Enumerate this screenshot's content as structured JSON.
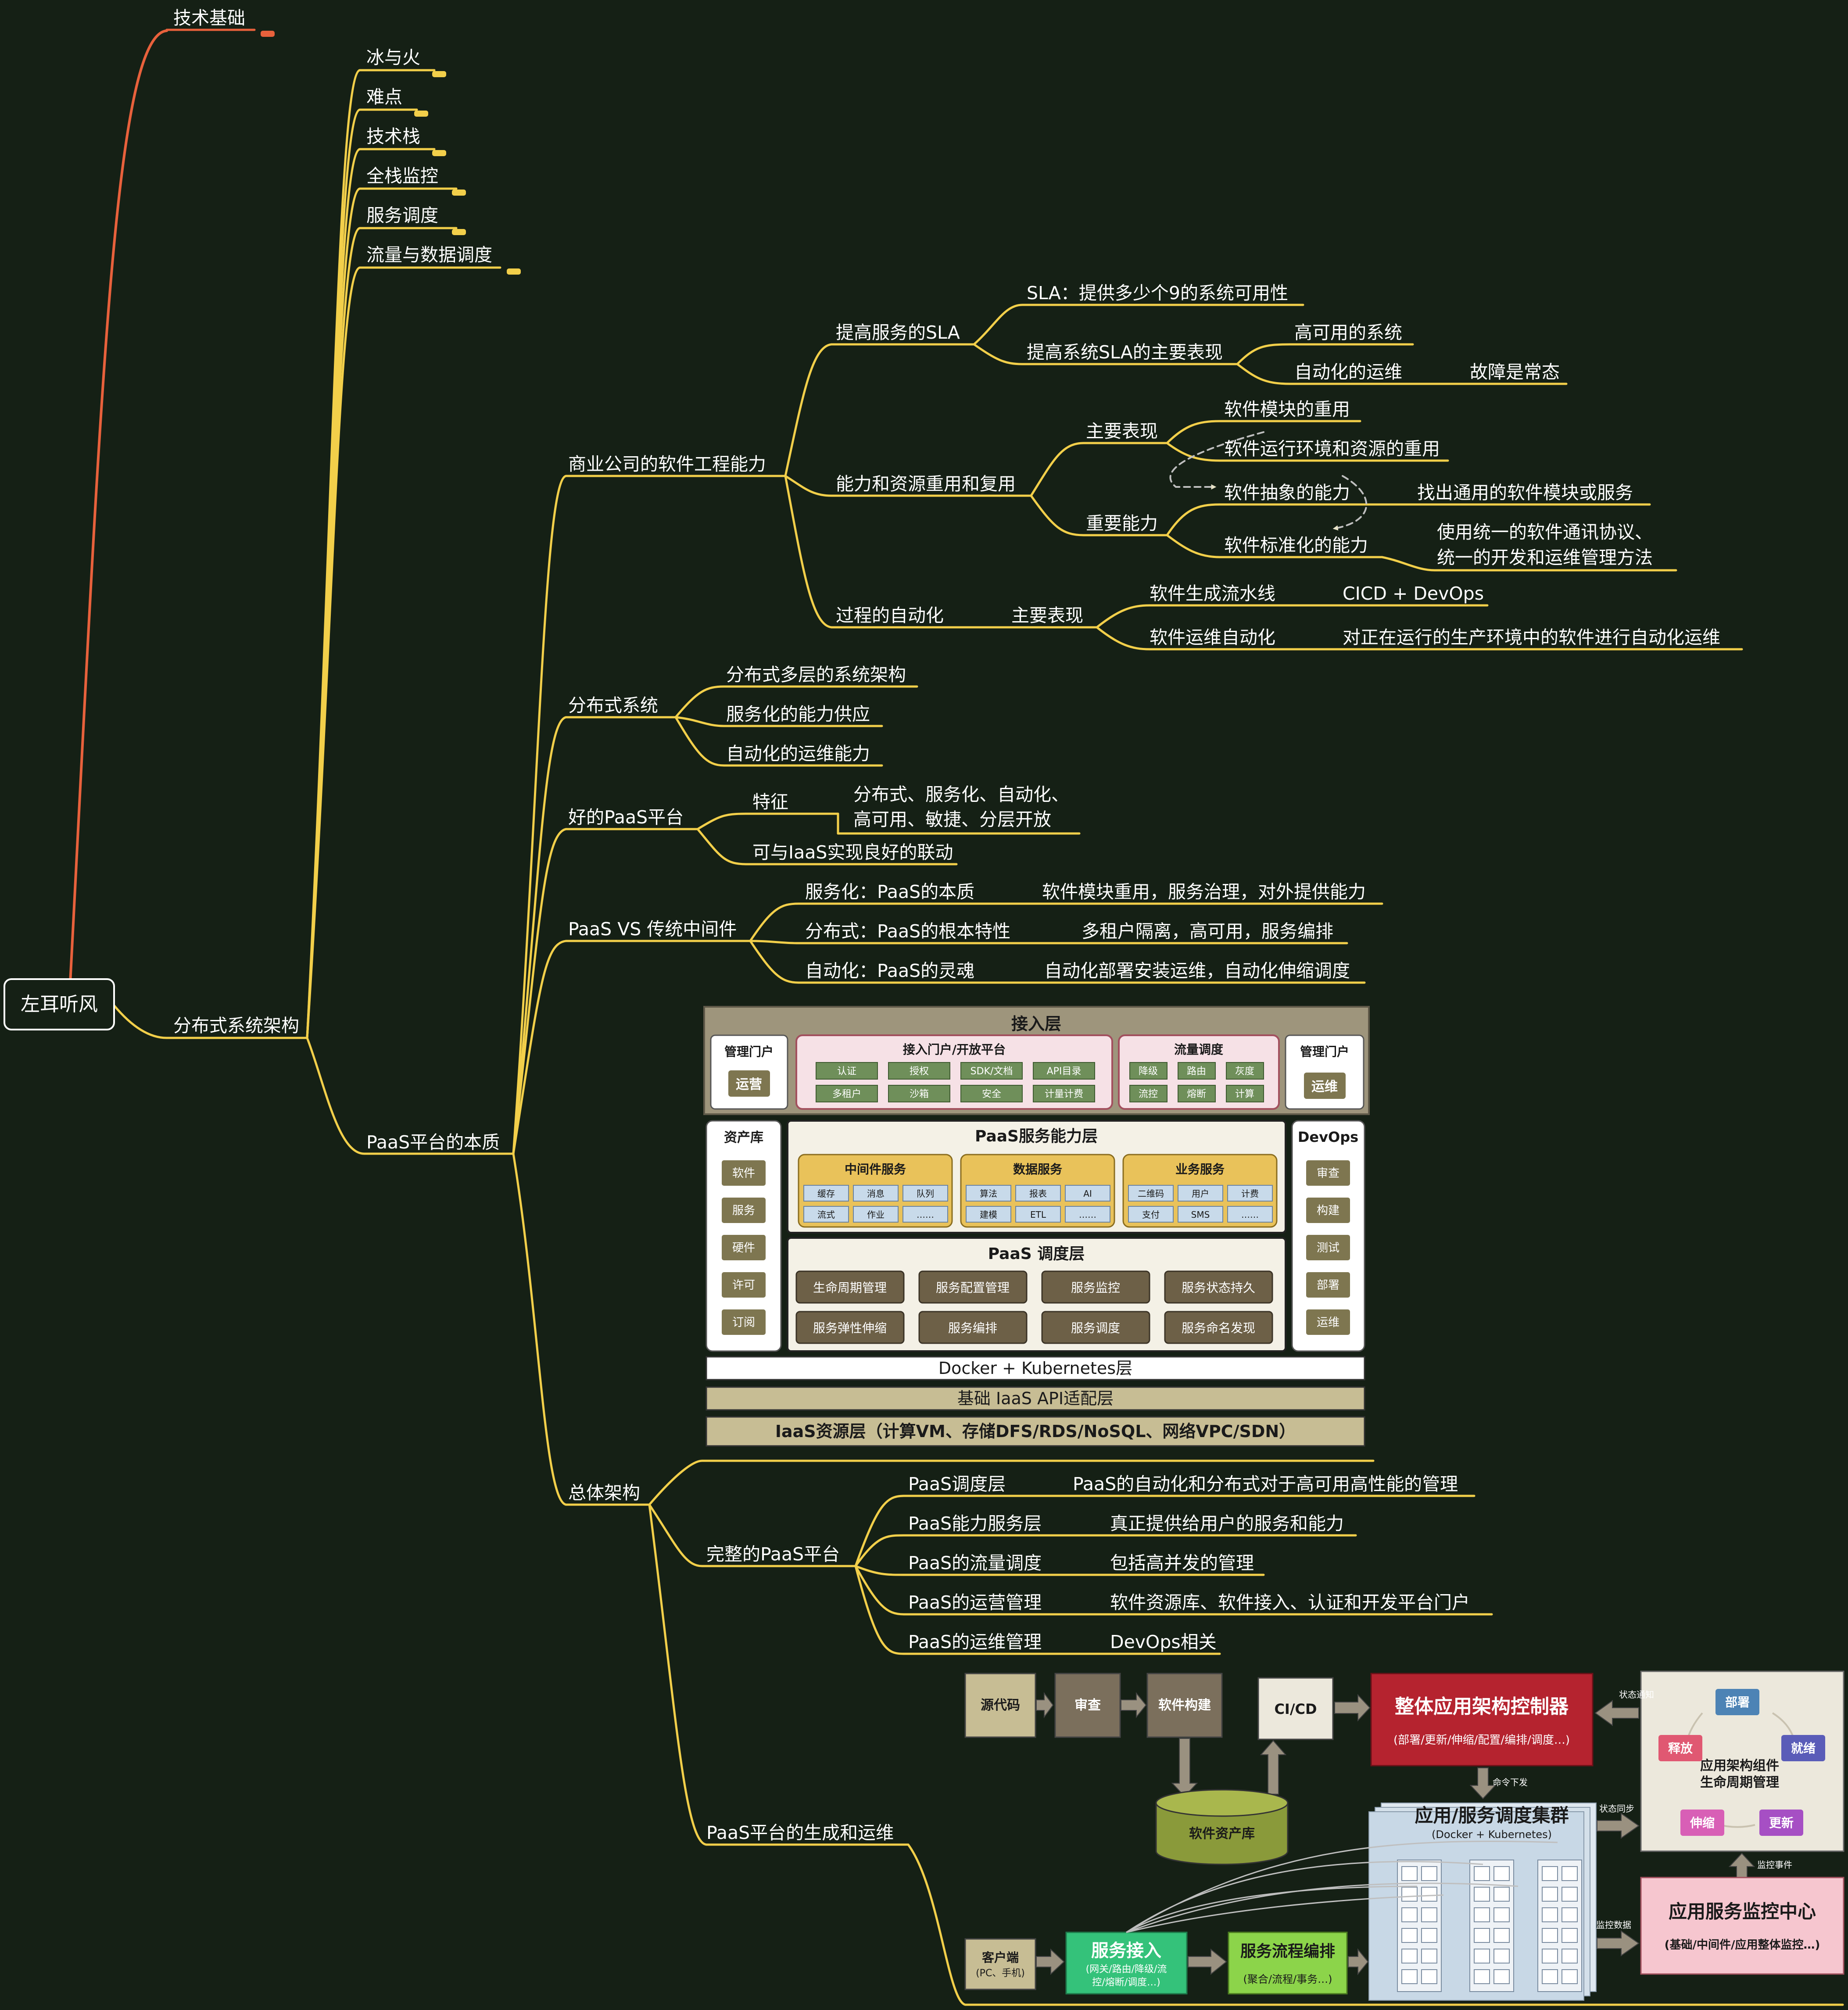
{
  "root": "左耳听风",
  "branch_1": {
    "label": "技术基础"
  },
  "branch_2": {
    "label": "分布式系统架构",
    "children": [
      "冰与火",
      "难点",
      "技术栈",
      "全栈监控",
      "服务调度",
      "流量与数据调度"
    ]
  },
  "paas": {
    "label": "PaaS平台的本质",
    "eng": {
      "label": "商业公司的软件工程能力",
      "sla": "提高服务的SLA",
      "sla_1": "SLA：提供多少个9的系统可用性",
      "sla_2": "提高系统SLA的主要表现",
      "sla_2a": "高可用的系统",
      "sla_2b": "自动化的运维",
      "sla_2b_1": "故障是常态",
      "reuse": "能力和资源重用和复用",
      "reuse_main": "主要表现",
      "reuse_main_1": "软件模块的重用",
      "reuse_main_2": "软件运行环境和资源的重用",
      "reuse_key": "重要能力",
      "reuse_key_1": "软件抽象的能力",
      "reuse_key_1a": "找出通用的软件模块或服务",
      "reuse_key_2": "软件标准化的能力",
      "reuse_key_2a_l1": "使用统一的软件通讯协议、",
      "reuse_key_2a_l2": "统一的开发和运维管理方法",
      "auto": "过程的自动化",
      "auto_main": "主要表现",
      "auto_1": "软件生成流水线",
      "auto_1a": "CICD + DevOps",
      "auto_2": "软件运维自动化",
      "auto_2a": "对正在运行的生产环境中的软件进行自动化运维"
    },
    "dist": {
      "label": "分布式系统",
      "c1": "分布式多层的系统架构",
      "c2": "服务化的能力供应",
      "c3": "自动化的运维能力"
    },
    "good": {
      "label": "好的PaaS平台",
      "feat": "特征",
      "feat_l1": "分布式、服务化、自动化、",
      "feat_l2": "高可用、敏捷、分层开放",
      "iaas": "可与IaaS实现良好的联动"
    },
    "vs": {
      "label": "PaaS VS 传统中间件",
      "r1a": "服务化：PaaS的本质",
      "r1b": "软件模块重用，服务治理，对外提供能力",
      "r2a": "分布式：PaaS的根本特性",
      "r2b": "多租户隔离，高可用，服务编排",
      "r3a": "自动化：PaaS的灵魂",
      "r3b": "自动化部署安装运维，自动化伸缩调度"
    },
    "arch": {
      "label": "总体架构",
      "full": "完整的PaaS平台",
      "f1a": "PaaS调度层",
      "f1b": "PaaS的自动化和分布式对于高可用高性能的管理",
      "f2a": "PaaS能力服务层",
      "f2b": "真正提供给用户的服务和能力",
      "f3a": "PaaS的流量调度",
      "f3b": "包括高并发的管理",
      "f4a": "PaaS的运营管理",
      "f4b": "软件资源库、软件接入、认证和开发平台门户",
      "f5a": "PaaS的运维管理",
      "f5b": "DevOps相关"
    },
    "gen": {
      "label": "PaaS平台的生成和运维"
    }
  },
  "arch_diagram": {
    "access_layer": "接入层",
    "mgmt_portal_l": "管理门户",
    "ops_op": "运营",
    "portal_title": "接入门户/开放平台",
    "portal_items": [
      "认证",
      "授权",
      "SDK/文档",
      "API目录",
      "多租户",
      "沙箱",
      "安全",
      "计量计费"
    ],
    "traffic_title": "流量调度",
    "traffic_items": [
      "降级",
      "路由",
      "灰度",
      "流控",
      "熔断",
      "计算"
    ],
    "mgmt_portal_r": "管理门户",
    "ops_maint": "运维",
    "asset_title": "资产库",
    "asset_items": [
      "软件",
      "服务",
      "硬件",
      "许可",
      "订阅"
    ],
    "capability_title": "PaaS服务能力层",
    "mw_title": "中间件服务",
    "mw_items": [
      "缓存",
      "消息",
      "队列",
      "流式",
      "作业",
      "……"
    ],
    "data_title": "数据服务",
    "data_items": [
      "算法",
      "报表",
      "AI",
      "建模",
      "ETL",
      "……"
    ],
    "biz_title": "业务服务",
    "biz_items": [
      "二维码",
      "用户",
      "计费",
      "支付",
      "SMS",
      "……"
    ],
    "sched_title": "PaaS 调度层",
    "sched_items": [
      "生命周期管理",
      "服务配置管理",
      "服务监控",
      "服务状态持久",
      "服务弹性伸缩",
      "服务编排",
      "服务调度",
      "服务命名发现"
    ],
    "devops_title": "DevOps",
    "devops_items": [
      "审查",
      "构建",
      "测试",
      "部署",
      "运维"
    ],
    "docker_layer": "Docker + Kubernetes层",
    "iaas_api_layer": "基础 IaaS API适配层",
    "iaas_layer": "IaaS资源层（计算VM、存储DFS/RDS/NoSQL、网络VPC/SDN）"
  },
  "flow_diagram": {
    "src": "源代码",
    "review": "审查",
    "build": "软件构建",
    "cicd": "CI/CD",
    "repo": "软件资产库",
    "controller_title": "整体应用架构控制器",
    "controller_sub": "(部署/更新/伸缩/配置/编排/调度…)",
    "lifecycle_center_l1": "应用架构组件",
    "lifecycle_center_l2": "生命周期管理",
    "lifecycle_items": [
      "部署",
      "就绪",
      "更新",
      "伸缩",
      "释放"
    ],
    "cluster_title": "应用/服务调度集群",
    "cluster_sub": "(Docker + Kubernetes)",
    "monitor_title": "应用服务监控中心",
    "monitor_sub": "(基础/中间件/应用整体监控…)",
    "client_l1": "客户端",
    "client_l2": "(PC、手机)",
    "access_title": "服务接入",
    "access_sub_l1": "(网关/路由/降级/流",
    "access_sub_l2": "控/熔断/调度…)",
    "orch_title": "服务流程编排",
    "orch_sub": "(聚合/流程/事务…)",
    "arrow_status": "状态通知",
    "arrow_cmd": "命令下发",
    "arrow_sync": "状态同步",
    "arrow_event": "监控事件",
    "arrow_data": "监控数据"
  },
  "colors": {
    "background": "#152015",
    "branch_red": "#e8613c",
    "branch_yellow": "#f2cf4a",
    "controller_red": "#b5232f",
    "monitor_pink": "#f6c6cf",
    "access_green": "#34c27a",
    "orch_green": "#8cd44a",
    "repo_olive": "#8a9a3a"
  }
}
